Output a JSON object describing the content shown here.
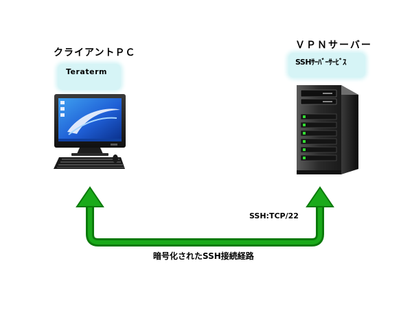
{
  "client": {
    "title": "クライアントＰＣ",
    "software": "Teraterm",
    "icon": "desktop-pc-icon"
  },
  "server": {
    "title": "ＶＰＮサーバー",
    "service": "SSHｻｰﾊﾞｰｻｰﾋﾞｽ",
    "icon": "tower-server-icon"
  },
  "connection": {
    "port_label": "SSH:TCP/22",
    "path_label": "暗号化されたSSH接続経路",
    "arrow_color": "#0b7a0b",
    "icon": "bidirectional-arrow-icon"
  },
  "colors": {
    "label_box": "#d6f4f6",
    "screen_blue": "#1f5fd6",
    "server_dark": "#1a1a1a",
    "led_green": "#33dd33"
  }
}
